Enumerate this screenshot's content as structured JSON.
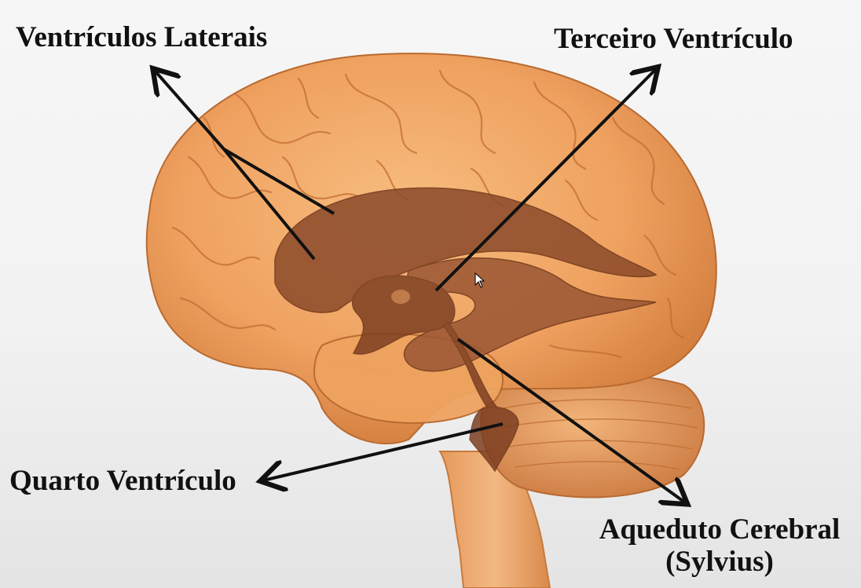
{
  "labels": {
    "lateral_ventricles": "Ventrículos Laterais",
    "third_ventricle": "Terceiro Ventrículo",
    "fourth_ventricle": "Quarto Ventrículo",
    "aqueduct_line1": "Aqueduto Cerebral",
    "aqueduct_line2": "(Sylvius)"
  },
  "colors": {
    "brain": "#f0a25e",
    "brain_shadow": "#c26a2f",
    "ventricle": "#8b4a2a",
    "ventricle_light": "#a86040",
    "arrow": "#111111"
  }
}
